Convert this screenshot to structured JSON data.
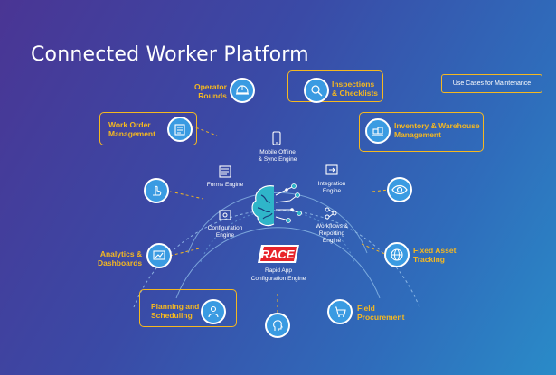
{
  "title": "Connected Worker Platform",
  "use_cases_button": "Use Cases for Maintenance",
  "use_cases": [
    {
      "id": "operator-rounds",
      "line1": "Operator",
      "line2": "Rounds"
    },
    {
      "id": "inspections",
      "line1": "Inspections",
      "line2": "& Checklists"
    },
    {
      "id": "work-order",
      "line1": "Work Order",
      "line2": "Management"
    },
    {
      "id": "inventory",
      "line1": "Inventory & Warehouse",
      "line2": "Management"
    },
    {
      "id": "analytics",
      "line1": "Analytics &",
      "line2": "Dashboards"
    },
    {
      "id": "fixed-asset",
      "line1": "Fixed Asset",
      "line2": "Tracking"
    },
    {
      "id": "planning",
      "line1": "Planning and",
      "line2": "Scheduling"
    },
    {
      "id": "field-procurement",
      "line1": "Field",
      "line2": "Procurement"
    }
  ],
  "engines": [
    {
      "id": "mobile",
      "line1": "Mobile Offline",
      "line2": "& Sync Engine",
      "line3": ""
    },
    {
      "id": "forms",
      "line1": "Forms Engine",
      "line2": "",
      "line3": ""
    },
    {
      "id": "integration",
      "line1": "Integration",
      "line2": "Engine",
      "line3": ""
    },
    {
      "id": "configuration",
      "line1": "Configuration",
      "line2": "Engine",
      "line3": ""
    },
    {
      "id": "workflows",
      "line1": "Workflows &",
      "line2": "Reporting",
      "line3": "Engine"
    }
  ],
  "race": {
    "logo_text": "RACE",
    "caption_line1": "Rapid App",
    "caption_line2": "Configuration Engine"
  },
  "colors": {
    "accent": "#f5b820",
    "circle": "#3a9be2",
    "logo_red": "#e8232a",
    "text": "#ffffff"
  }
}
